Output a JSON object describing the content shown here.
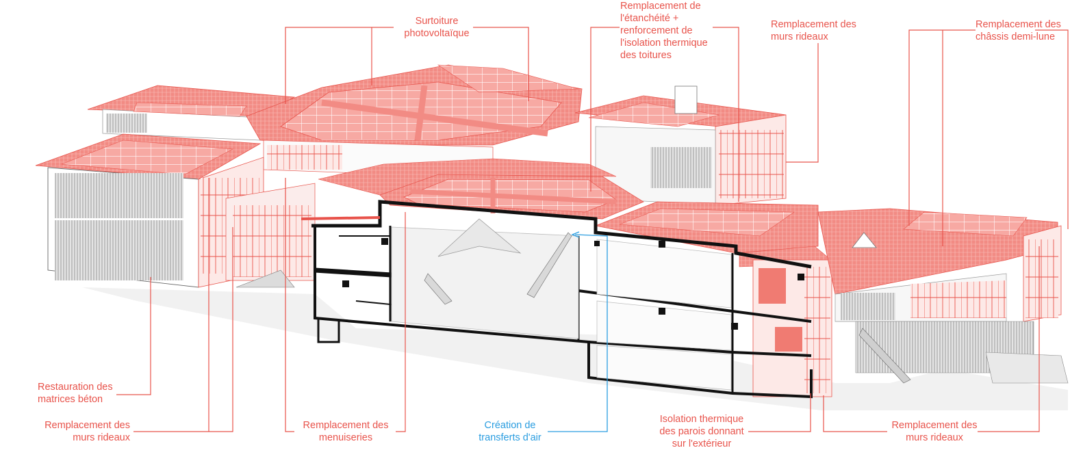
{
  "colors": {
    "accent": "#e8534b",
    "accent_fill": "#f59a93",
    "air": "#2a9de0",
    "structure": "#111111",
    "light": "#bdbdbd"
  },
  "labels": {
    "surtoiture": [
      "Surtoiture",
      "photovoltaïque"
    ],
    "etancheite": [
      "Remplacement de",
      "l'étanchéité +",
      "renforcement de",
      "l'isolation thermique",
      "des toitures"
    ],
    "murs_top": [
      "Remplacement des",
      "murs rideaux"
    ],
    "chassis": [
      "Remplacement des",
      "châssis demi-lune"
    ],
    "restauration": [
      "Restauration des",
      "matrices béton"
    ],
    "murs_bottom_left": [
      "Remplacement des",
      "murs rideaux"
    ],
    "menuiseries": [
      "Remplacement des",
      "menuiseries"
    ],
    "air": [
      "Création de",
      "transferts d'air"
    ],
    "isolation": [
      "Isolation thermique",
      "des parois donnant",
      "sur l'extérieur"
    ],
    "murs_bottom_right": [
      "Remplacement des",
      "murs rideaux"
    ]
  }
}
